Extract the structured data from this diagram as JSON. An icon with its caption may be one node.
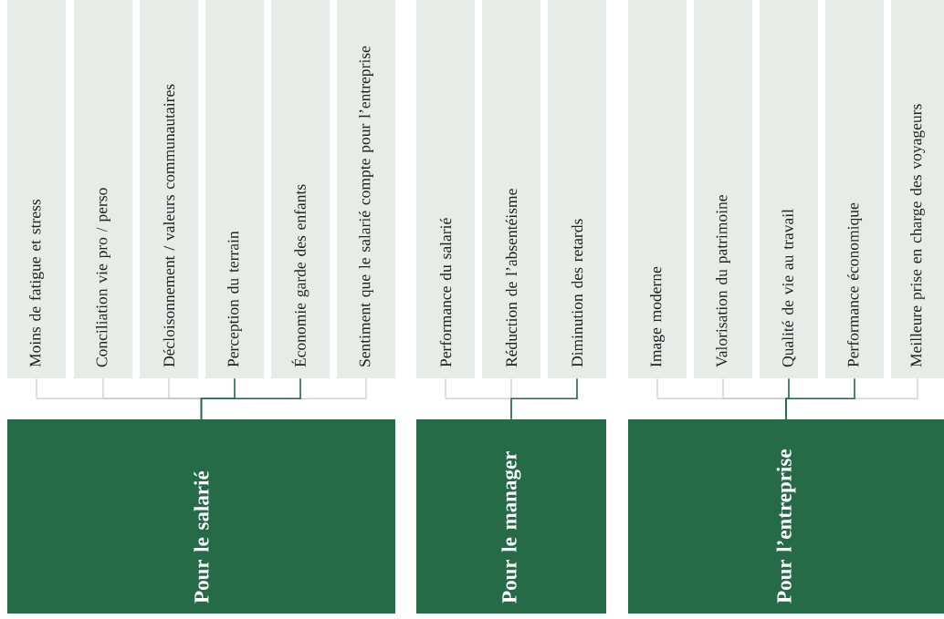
{
  "diagram": {
    "nodes": [
      {
        "text": [
          "Moins de fatigue et stress"
        ]
      },
      {
        "text": [
          "Conciliation vie pro / perso"
        ]
      },
      {
        "text": [
          "Décloisonnement / valeurs communautaires"
        ]
      },
      {
        "text": [
          "Perception du terrain"
        ]
      },
      {
        "text": [
          "Économie garde des enfants"
        ]
      },
      {
        "text": [
          "Sentiment que le salarié compte pour l’entreprise"
        ]
      },
      {
        "text": [
          "Pour le salarié"
        ]
      },
      {
        "text": [
          "Performance du salarié"
        ]
      },
      {
        "text": [
          "Réduction de l’absentéisme"
        ]
      },
      {
        "text": [
          "Diminution des retards"
        ]
      },
      {
        "text": [
          "Pour le manager"
        ]
      },
      {
        "text": [
          "Image moderne"
        ]
      },
      {
        "text": [
          "Valorisation du patrimoine"
        ]
      },
      {
        "text": [
          "Qualité de vie au travail"
        ]
      },
      {
        "text": [
          "Performance économique"
        ]
      },
      {
        "text": [
          "Meilleure prise en charge des voyageurs"
        ]
      },
      {
        "text": [
          "Pour l’entreprise"
        ]
      }
    ],
    "edges": [
      {
        "from": 0,
        "to": 6,
        "arrow": "none"
      },
      {
        "from": 1,
        "to": 6,
        "arrow": "none"
      },
      {
        "from": 2,
        "to": 6,
        "arrow": "none"
      },
      {
        "from": 3,
        "to": 6,
        "arrow": "none",
        "color": "#1e6b45"
      },
      {
        "from": 4,
        "to": 6,
        "arrow": "none",
        "color": "#1e6b45"
      },
      {
        "from": 5,
        "to": 6,
        "arrow": "none"
      },
      {
        "from": 7,
        "to": 10,
        "arrow": "none"
      },
      {
        "from": 8,
        "to": 10,
        "arrow": "none"
      },
      {
        "from": 9,
        "to": 10,
        "arrow": "none",
        "color": "#1e6b45"
      },
      {
        "from": 11,
        "to": 16,
        "arrow": "none"
      },
      {
        "from": 12,
        "to": 16,
        "arrow": "none"
      },
      {
        "from": 13,
        "to": 16,
        "arrow": "none",
        "color": "#1e6b45"
      },
      {
        "from": 14,
        "to": 16,
        "arrow": "none",
        "color": "#1e6b45"
      },
      {
        "from": 15,
        "to": 16,
        "arrow": "none"
      }
    ]
  }
}
